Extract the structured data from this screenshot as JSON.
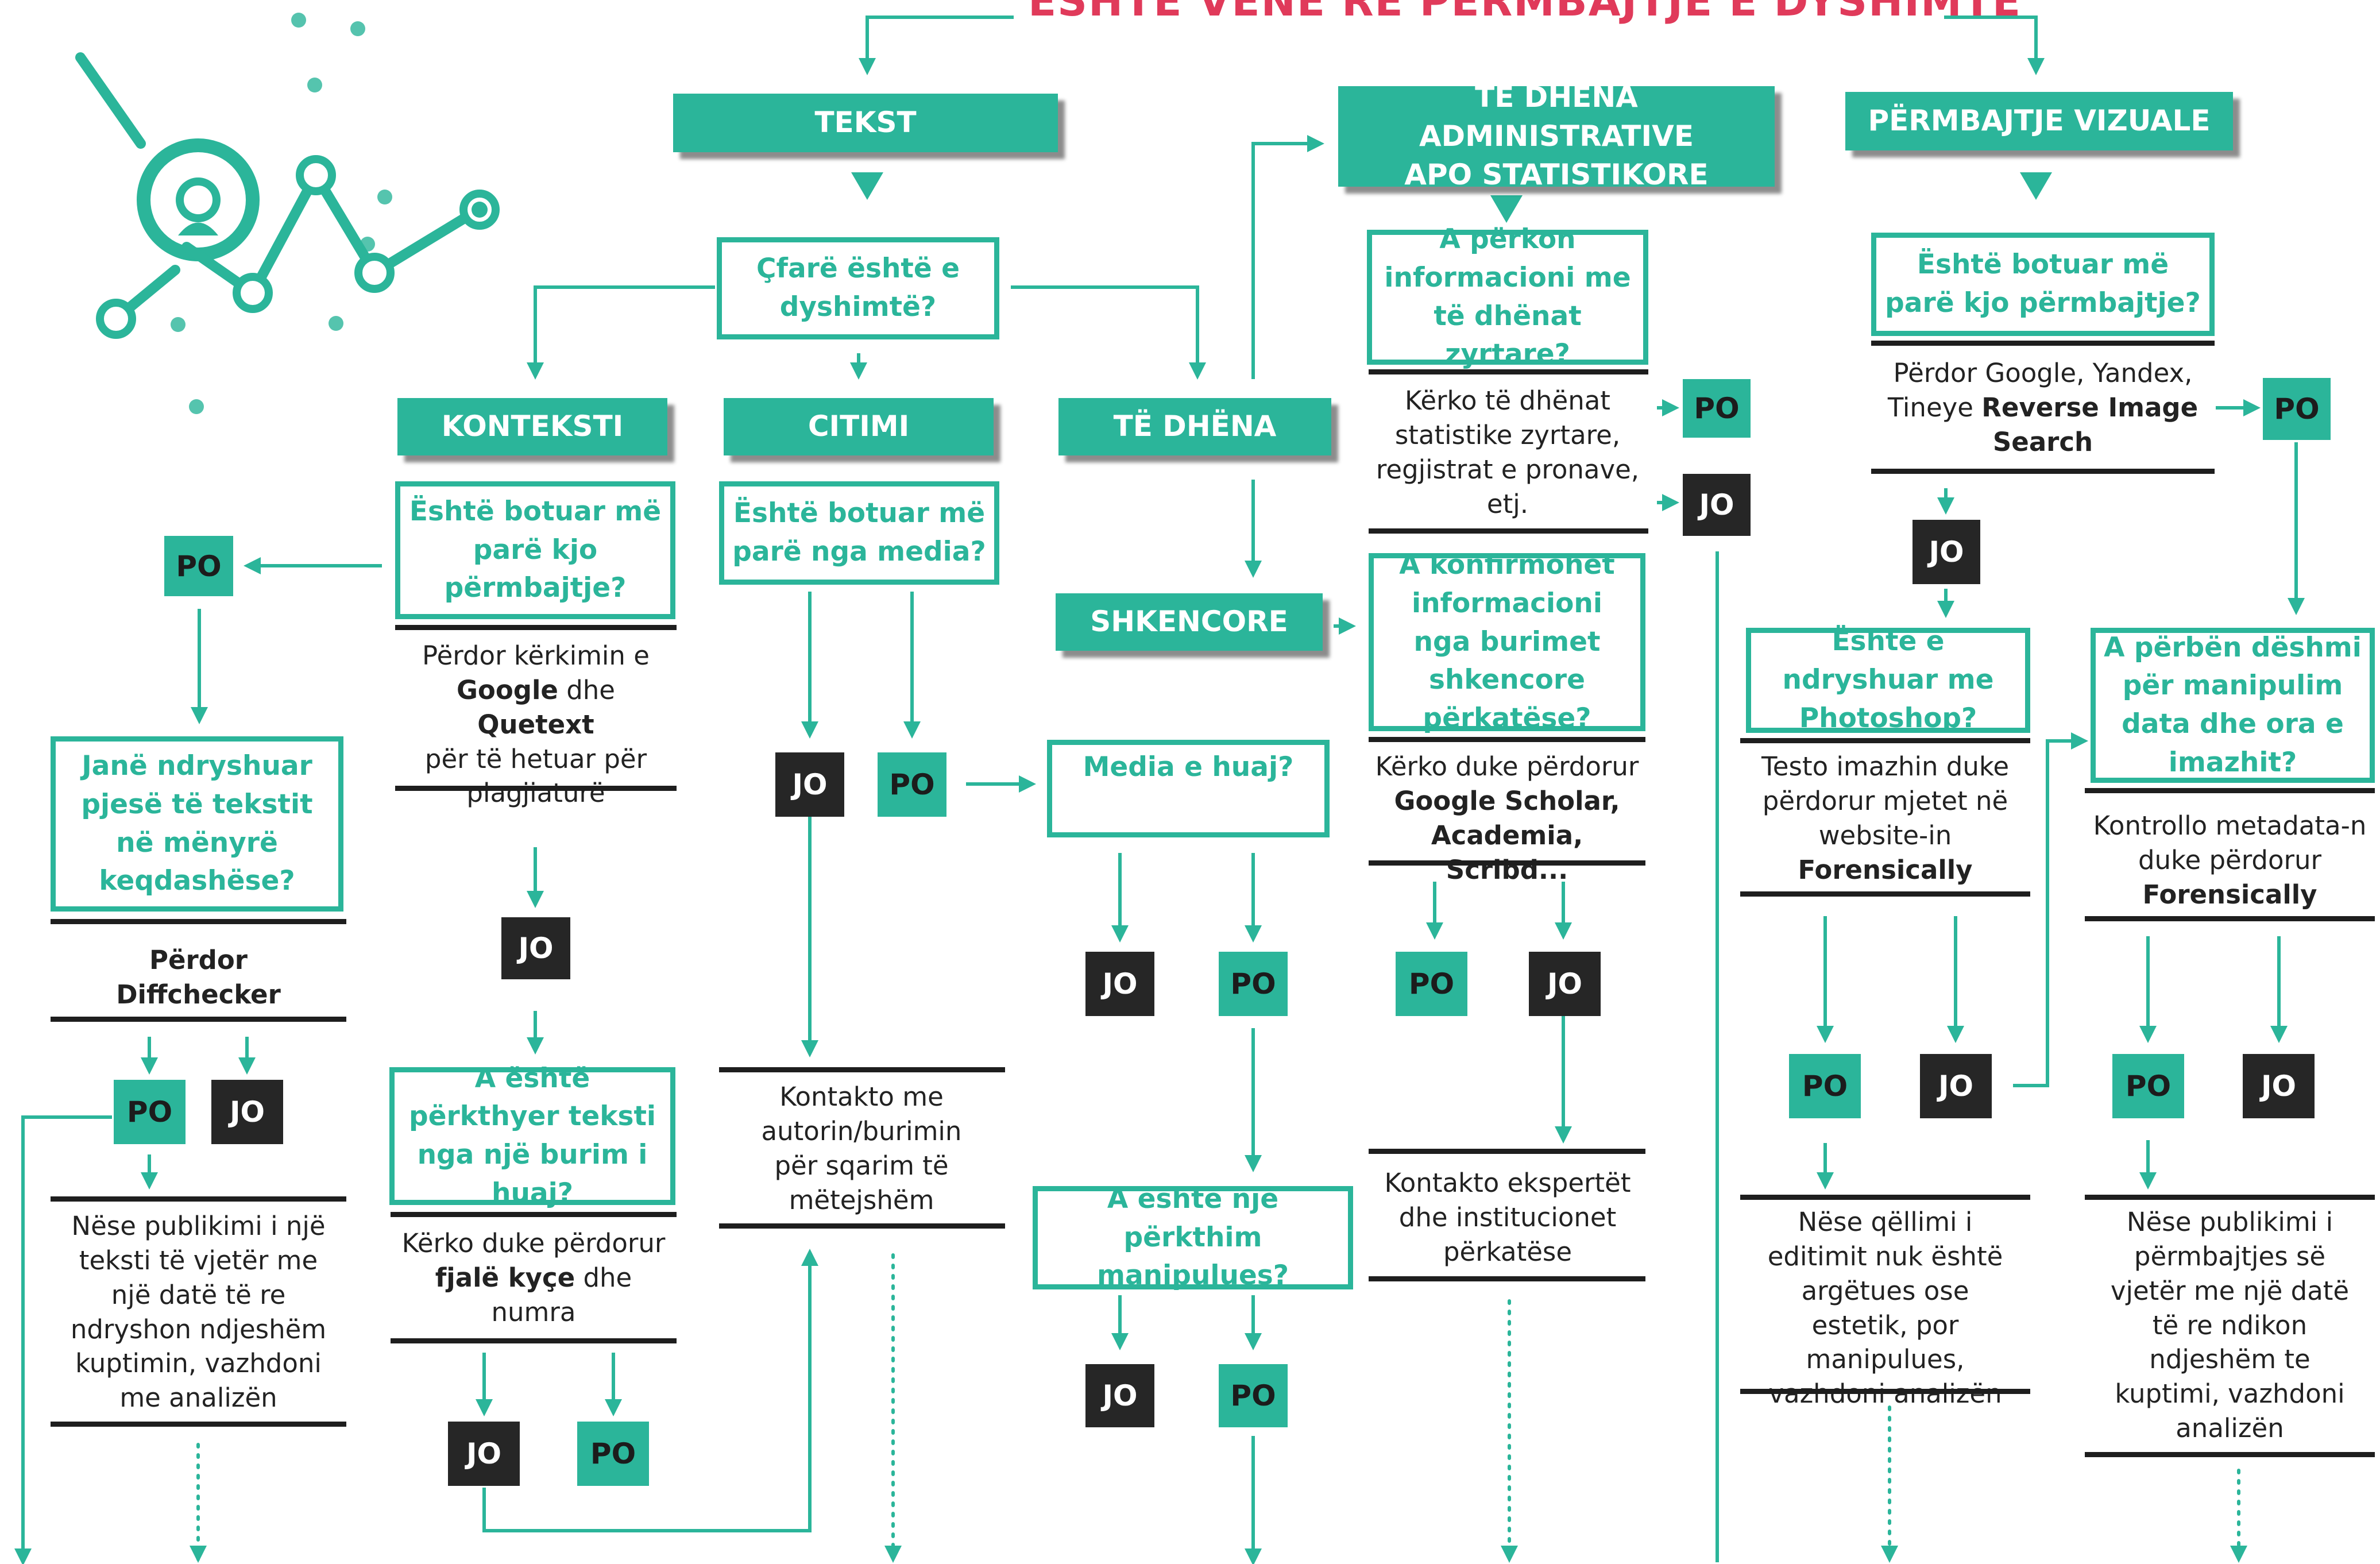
{
  "title": "ËSHTË VËNË RE PËRMBAJTJE E DYSHIMTË",
  "headers": {
    "tekst": "TEKST",
    "admin": "TË DHËNA ADMINISTRATIVE\nAPO STATISTIKORE",
    "vizuale": "PËRMBAJTJE VIZUALE",
    "konteksti": "KONTEKSTI",
    "citimi": "CITIMI",
    "te_dhena": "TË DHËNA",
    "shkencore": "SHKENCORE"
  },
  "questions": {
    "cfare": "Çfarë është e dyshimtë?",
    "perkon": "A përkon informacioni me të dhënat zyrtare?",
    "botuar_vizual": "Është botuar më parë kjo përmbajtje?",
    "botuar_kontekst": "Është botuar më parë kjo përmbajtje?",
    "botuar_media": "Është botuar më parë nga media?",
    "konfirmohet": "A konfirmohet informacioni nga burimet shkencore përkatëse?",
    "ndryshuar_tekst": "Janë ndryshuar pjesë të tekstit në mënyrë keqdashëse?",
    "media_huaj": "Media e huaj?",
    "photoshop": "Është e ndryshuar me Photoshop?",
    "deshmi": "A përbën dëshmi për manipulim data dhe ora e imazhit?",
    "perkthyer": "A është përkthyer teksti nga një burim i huaj?",
    "perkthim_manip": "A është një përkthim manipulues?"
  },
  "texts": {
    "statistike": "Kërko të dhënat statistike zyrtare, regjistrat e pronave, etj.",
    "google_yandex_pre": "Përdor Google, Yandex, Tineye ",
    "google_yandex_bold": "Reverse Image Search",
    "kerkimi_pre": "Përdor kërkimin e",
    "kerkimi_google": "Google",
    "kerkimi_dhe": " dhe ",
    "kerkimi_quetext": "Quetext",
    "kerkimi_post": "për të hetuar për plagjiaturë",
    "scholar_pre": "Kërko duke përdorur",
    "scholar_bold": "Google Scholar, Academia, Scribd...",
    "diffchecker_pre": "Përdor",
    "diffchecker_bold": "Diffchecker",
    "testo_pre": "Testo imazhin duke përdorur mjetet në website-in",
    "testo_bold": "Forensically",
    "metadata_pre": "Kontrollo  metadata-n duke përdorur",
    "metadata_bold": "Forensically",
    "kontakto_autorin": "Kontakto me autorin/burimin për sqarim të mëtejshëm",
    "kontakto_ekspertet": "Kontakto ekspertët dhe institucionet përkatëse",
    "nese_tekst": "Nëse publikimi i një teksti të vjetër me një datë të re ndryshon ndjeshëm kuptimin, vazhdoni me analizën",
    "fjale_pre": "Kërko duke përdorur ",
    "fjale_bold": "fjalë kyçe",
    "fjale_post": " dhe numra",
    "nese_editim": "Nëse qëllimi i editimit nuk është argëtues ose estetik, por manipulues, vazhdoni analizën",
    "nese_permbajtje": "Nëse publikimi i përmbajtjes së vjetër me një datë të re ndikon ndjeshëm te kuptimi, vazhdoni analizën"
  },
  "answers": {
    "po": "PO",
    "jo": "JO"
  },
  "colors": {
    "teal": "#2bb59a",
    "dark": "#262626",
    "title": "#e03a5a"
  },
  "icons": [
    "magnifier-chart-icon"
  ]
}
